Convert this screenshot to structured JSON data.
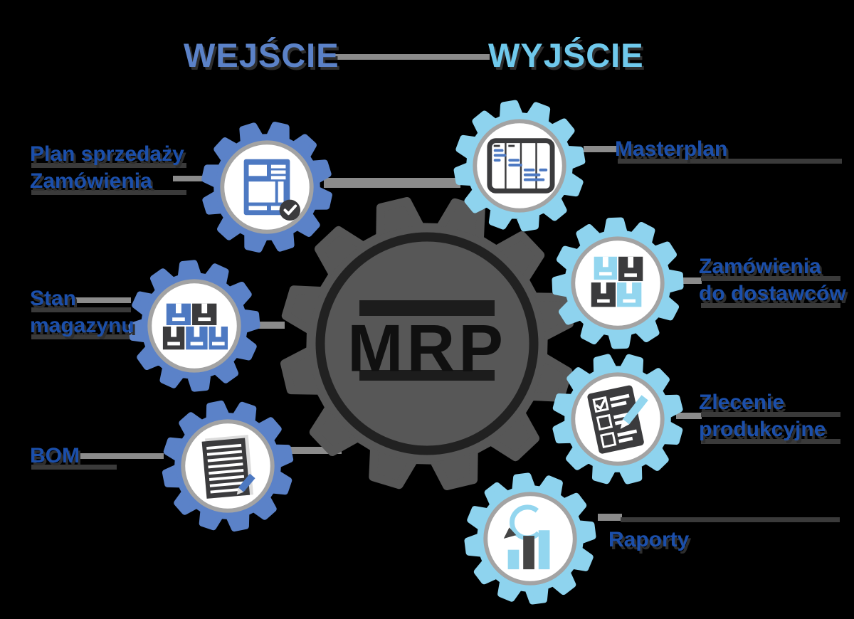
{
  "headers": {
    "input": "WEJŚCIE",
    "output": "WYJŚCIE"
  },
  "center": {
    "label": "MRP"
  },
  "inputs": [
    {
      "label_lines": [
        "Plan sprzedaży",
        "Zamówienia"
      ],
      "icon": "order-form-check-icon"
    },
    {
      "label_lines": [
        "Stan",
        "magazynu"
      ],
      "icon": "warehouse-boxes-icon"
    },
    {
      "label_lines": [
        "BOM"
      ],
      "icon": "bom-list-icon"
    }
  ],
  "outputs": [
    {
      "label_lines": [
        "Masterplan"
      ],
      "icon": "gantt-chart-icon"
    },
    {
      "label_lines": [
        "Zamówienia",
        "do dostawców"
      ],
      "icon": "supplier-boxes-icon"
    },
    {
      "label_lines": [
        "Zlecenie",
        "produkcyjne"
      ],
      "icon": "production-checklist-icon"
    },
    {
      "label_lines": [
        "Raporty"
      ],
      "icon": "report-bar-chart-icon"
    }
  ],
  "colors": {
    "background": "#000000",
    "input_blue": "#5b82c8",
    "output_cyan": "#8ed3ee",
    "output_header_cyan": "#6fc9ec",
    "label_blue": "#1b4fab",
    "central_gray": "#575757",
    "central_dark": "#1c1c1c",
    "icon_blue": "#4d79c2",
    "icon_dark": "#3b3b3d",
    "icon_cyan": "#93d6ef",
    "connector_gray": "#8b8b8b",
    "shadow_dark": "#3a3a3a",
    "hole_rim_gray": "#a3a3a3",
    "white": "#ffffff"
  }
}
